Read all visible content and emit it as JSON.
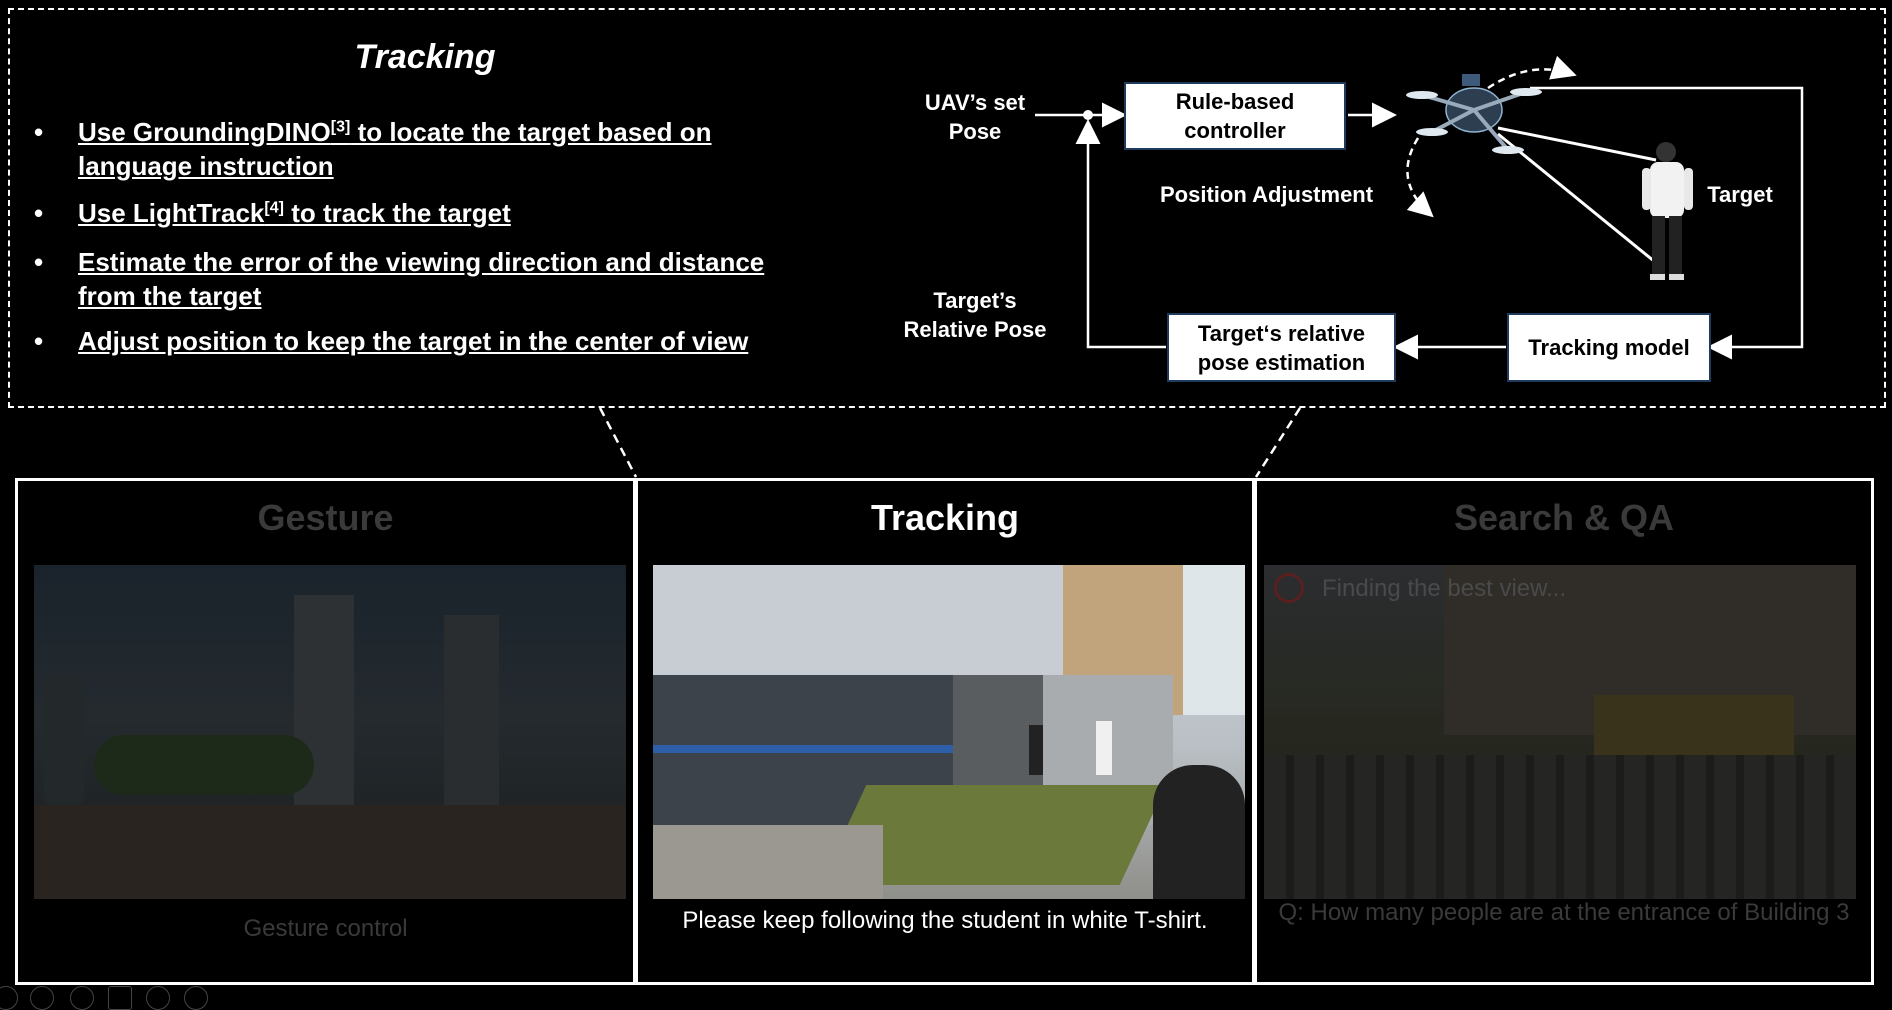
{
  "top": {
    "title": "Tracking",
    "bullets": [
      {
        "pre": "Use GroundingDINO",
        "sup": "[3]",
        "post": " to locate the target based on",
        "line2": "language instruction"
      },
      {
        "pre": "Use LightTrack",
        "sup": "[4]",
        "post": " to track the target",
        "line2": ""
      },
      {
        "pre": "Estimate the error of the viewing direction and distance",
        "sup": "",
        "post": "",
        "line2": "from the target"
      },
      {
        "pre": "Adjust position to keep the target in the center of view",
        "sup": "",
        "post": "",
        "line2": ""
      }
    ],
    "bullet_symbol": "•"
  },
  "diagram": {
    "uav_set_pose_1": "UAV’s set",
    "uav_set_pose_2": "Pose",
    "controller_1": "Rule-based",
    "controller_2": "controller",
    "position_adjustment": "Position  Adjustment",
    "target_label": "Target",
    "target_rel_pose_1": "Target’s",
    "target_rel_pose_2": "Relative Pose",
    "estimation_1": "Target‘s relative",
    "estimation_2": "pose estimation",
    "tracking_model": "Tracking model"
  },
  "panels": {
    "gesture": {
      "title": "Gesture",
      "caption": "Gesture control"
    },
    "tracking": {
      "title": "Tracking",
      "caption": "Please keep following the student in white T-shirt."
    },
    "search": {
      "title": "Search & QA",
      "caption": "Q: How many people are at the entrance of Building 3",
      "overlay": "Finding the best view..."
    }
  },
  "colors": {
    "background": "#000000",
    "foreground": "#ffffff",
    "dim_text": "#3a3a3a",
    "box_border": "#1f3a5a"
  }
}
